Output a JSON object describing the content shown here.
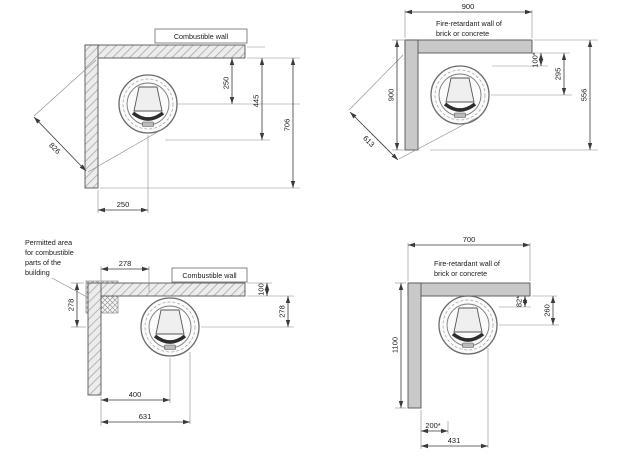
{
  "colors": {
    "fire_retardant_wall": "#c9c9c9",
    "dimension_line": "#3a3a3a",
    "text": "#1a1a1a"
  },
  "diagrams": {
    "top_left": {
      "wall_label": "Combustible wall",
      "dims": {
        "d250_vertical": "250",
        "d445": "445",
        "d706": "706",
        "d826_diagonal": "826",
        "d250_bottom": "250"
      }
    },
    "top_right": {
      "wall_label": [
        "Fire-retardant wall of",
        "brick or concrete"
      ],
      "dims": {
        "d900_top": "900",
        "d100": "100*",
        "d295": "295",
        "d556": "556",
        "d900_left": "900",
        "d613_diagonal": "613"
      }
    },
    "bottom_left": {
      "permitted_area_label": [
        "Permitted area",
        "for combustible",
        "parts of the",
        "building"
      ],
      "wall_label": "Combustible wall",
      "dims": {
        "d278_top": "278",
        "d100": "100",
        "d278_right": "278",
        "d278_left": "278",
        "d400": "400",
        "d631": "631"
      }
    },
    "bottom_right": {
      "wall_label": [
        "Fire-retardant wall of",
        "brick or concrete"
      ],
      "dims": {
        "d700": "700",
        "d82": "82*",
        "d260": "260",
        "d1100": "1100",
        "d200": "200*",
        "d431": "431"
      }
    }
  }
}
